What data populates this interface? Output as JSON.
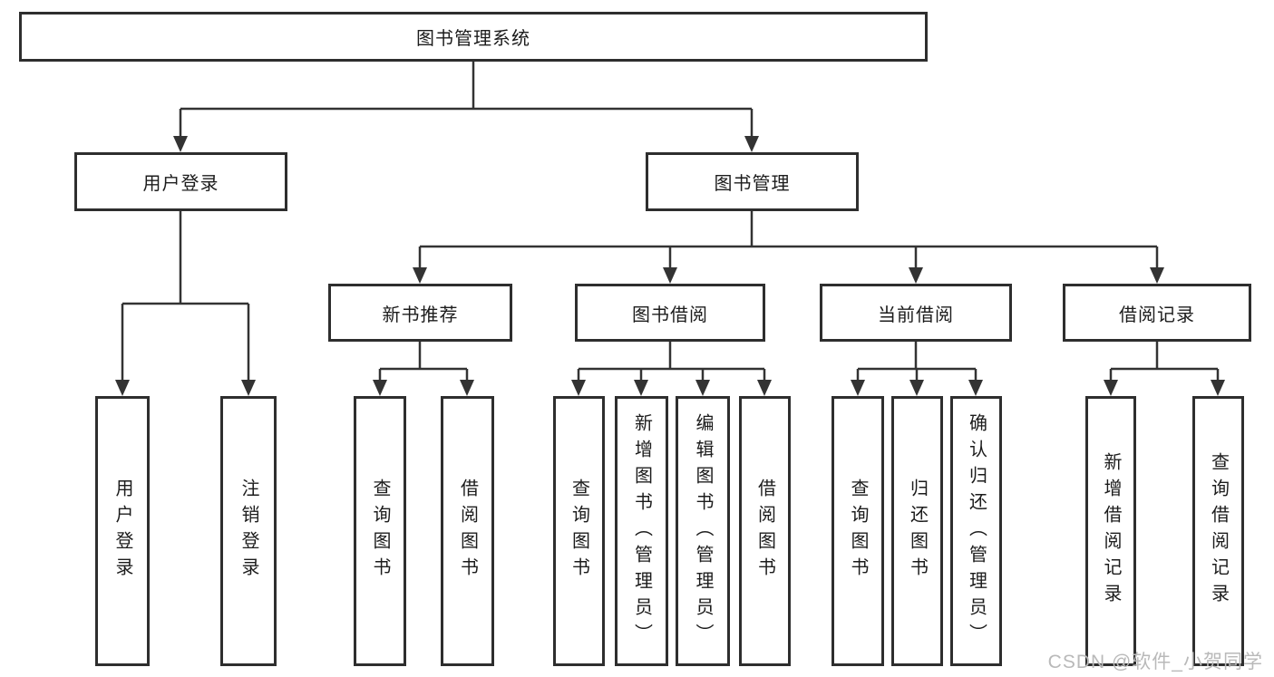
{
  "diagram": {
    "root": {
      "label": "图书管理系统"
    },
    "level2": [
      {
        "label": "用户登录"
      },
      {
        "label": "图书管理"
      }
    ],
    "level3": [
      {
        "label": "新书推荐"
      },
      {
        "label": "图书借阅"
      },
      {
        "label": "当前借阅"
      },
      {
        "label": "借阅记录"
      }
    ],
    "leaves": {
      "user_login": [
        {
          "label": "用户登录"
        },
        {
          "label": "注销登录"
        }
      ],
      "new_book": [
        {
          "label": "查询图书"
        },
        {
          "label": "借阅图书"
        }
      ],
      "book_borrow": [
        {
          "label": "查询图书"
        },
        {
          "label": "新增图书（管理员）"
        },
        {
          "label": "编辑图书（管理员）"
        },
        {
          "label": "借阅图书"
        }
      ],
      "current_borrow": [
        {
          "label": "查询图书"
        },
        {
          "label": "归还图书"
        },
        {
          "label": "确认归还（管理员）"
        }
      ],
      "borrow_record": [
        {
          "label": "新增借阅记录"
        },
        {
          "label": "查询借阅记录"
        }
      ]
    }
  },
  "watermark": {
    "text": "CSDN @软件_小贺同学"
  },
  "colors": {
    "line": "#333333",
    "box_border": "#2e2e2e",
    "text": "#1c1c1c",
    "watermark": "#b9b9b9",
    "background": "#ffffff"
  }
}
